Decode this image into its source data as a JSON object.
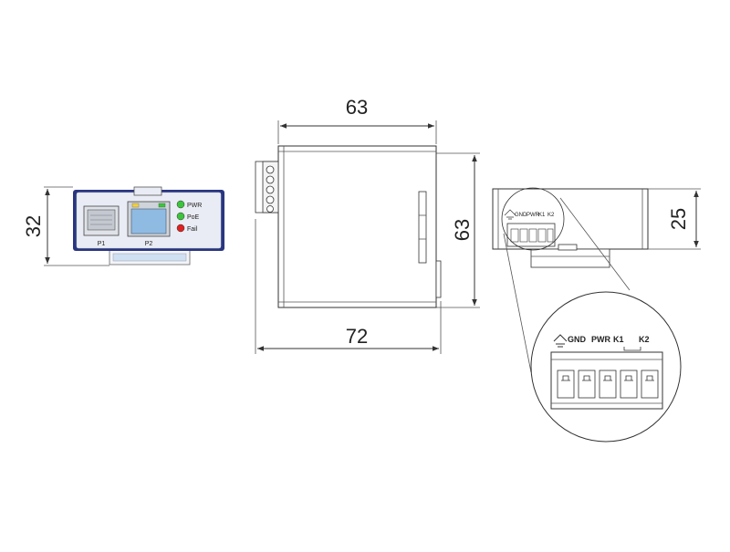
{
  "dimensions": {
    "front_height": "32",
    "side_width": "63",
    "side_height": "63",
    "side_depth": "72",
    "top_height": "25"
  },
  "front_panel": {
    "port1_label": "P1",
    "port2_label": "P2",
    "leds": [
      {
        "label": "PWR",
        "color": "#3cc43c"
      },
      {
        "label": "PoE",
        "color": "#3cc43c"
      },
      {
        "label": "Fail",
        "color": "#e02020"
      }
    ],
    "frame_color": "#2a3580"
  },
  "terminal": {
    "small_labels": [
      "GND",
      "PWR",
      "K1",
      "K2"
    ],
    "detail_labels": [
      "GND",
      "PWR",
      "K1",
      "K2"
    ],
    "ground_icon": "ground-icon"
  }
}
